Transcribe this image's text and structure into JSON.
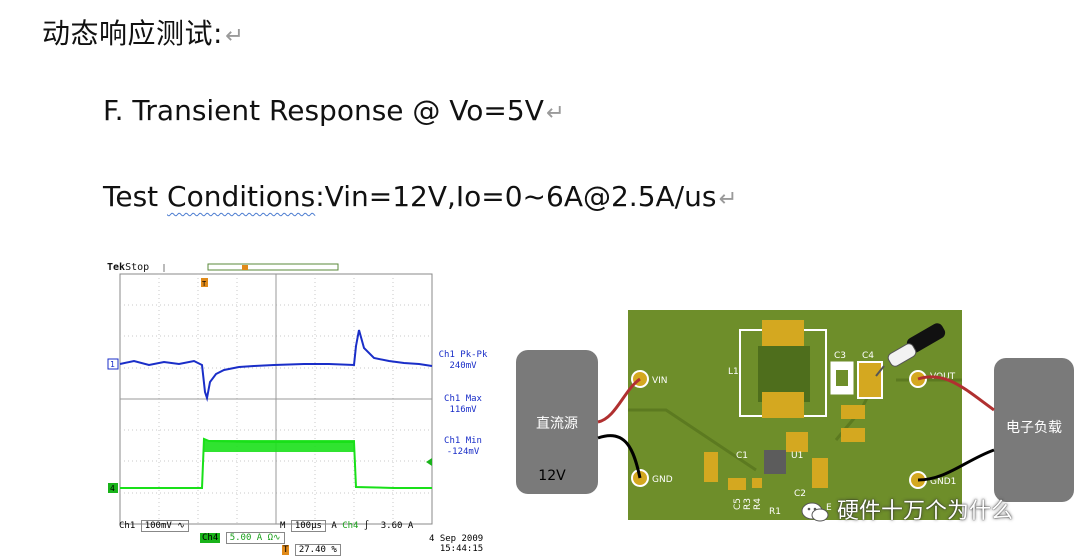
{
  "heading": "动态响应测试:",
  "subtitle1": "F. Transient Response @ Vo=5V",
  "subtitle2_pre": "Test ",
  "subtitle2_wavy": "Conditions",
  "subtitle2_post": ":Vin=12V,Io=0~6A@2.5A/us",
  "return_symbol": "↵",
  "scope": {
    "brand": "Tek",
    "state": "Stop",
    "trigger_marker": "T",
    "ch1_marker": "1",
    "ch4_marker": "4",
    "measurements": [
      {
        "label": "Ch1 Pk-Pk",
        "value": "240mV"
      },
      {
        "label": "Ch1 Max",
        "value": "116mV"
      },
      {
        "label": "Ch1 Min",
        "value": "-124mV"
      }
    ],
    "ch1_setting": "Ch1",
    "ch1_scale": "100mV",
    "ch1_coupling": "∿",
    "timebase_m": "M",
    "timebase": "100μs",
    "trig_src_a": "A",
    "trig_src": "Ch4",
    "trig_slope": "∫",
    "trig_level": "3.60 A",
    "ch4_label": "Ch4",
    "ch4_scale": "5.00 A Ω∿",
    "trig_pos_marker": "T",
    "trig_pos": "27.40 %",
    "date": "4 Sep  2009",
    "time": "15:44:15",
    "colors": {
      "ch1": "#1a2ec8",
      "ch4": "#19e019",
      "grid": "#bbbbbb"
    }
  },
  "pcb": {
    "source_box": "直流源",
    "source_voltage": "12V",
    "load_box": "电子负载",
    "labels": {
      "vin": "VIN",
      "gnd": "GND",
      "vout": "VOUT",
      "gnd1": "GND1",
      "l1": "L1",
      "c1": "C1",
      "c2": "C2",
      "c3": "C3",
      "c4": "C4",
      "c5": "C5",
      "r1": "R1",
      "r3": "R3",
      "r4": "R4",
      "u1": "U1",
      "e": "E"
    },
    "colors": {
      "board": "#6e8e2a",
      "box": "#7a7a7a",
      "red_wire": "#b03030",
      "pad": "#d4a820"
    }
  },
  "watermark": "硬件十万个为什么",
  "watermark_icon": "wechat-icon"
}
